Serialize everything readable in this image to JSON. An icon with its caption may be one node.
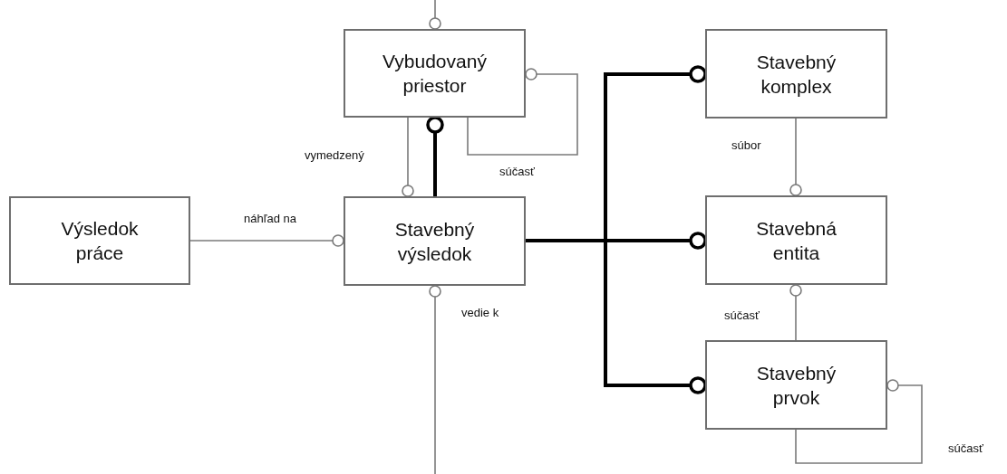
{
  "diagram": {
    "nodes": [
      {
        "text": [
          "Vybudovaný priestor"
        ]
      },
      {
        "text": [
          "Výsledok práce"
        ]
      },
      {
        "text": [
          "Stavebný výsledok"
        ]
      },
      {
        "text": [
          "Stavebný komplex"
        ]
      },
      {
        "text": [
          "Stavebná entita"
        ]
      },
      {
        "text": [
          "Stavebný prvok"
        ]
      }
    ],
    "edges": [
      {
        "from": null,
        "to": 0,
        "arrow": "other"
      },
      {
        "from": 0,
        "to": 0,
        "arrow": "other",
        "label": "súčasť"
      },
      {
        "from": 0,
        "to": 2,
        "arrow": "other",
        "label": "vymedzený"
      },
      {
        "from": 2,
        "to": 0,
        "arrow": "other",
        "style": "thick",
        "color": "#000000"
      },
      {
        "from": 1,
        "to": 2,
        "arrow": "other",
        "label": "náhľad na"
      },
      {
        "from": null,
        "to": 2,
        "arrow": "other",
        "label": "vedie k"
      },
      {
        "from": 2,
        "to": 3,
        "arrow": "other",
        "style": "thick",
        "color": "#000000"
      },
      {
        "from": 2,
        "to": 4,
        "arrow": "other",
        "style": "thick",
        "color": "#000000"
      },
      {
        "from": 2,
        "to": 5,
        "arrow": "other",
        "style": "thick",
        "color": "#000000"
      },
      {
        "from": 3,
        "to": 4,
        "arrow": "other",
        "label": "súbor"
      },
      {
        "from": 5,
        "to": 4,
        "arrow": "other",
        "label": "súčasť"
      },
      {
        "from": 5,
        "to": 5,
        "arrow": "other",
        "label": "súčasť"
      }
    ]
  }
}
